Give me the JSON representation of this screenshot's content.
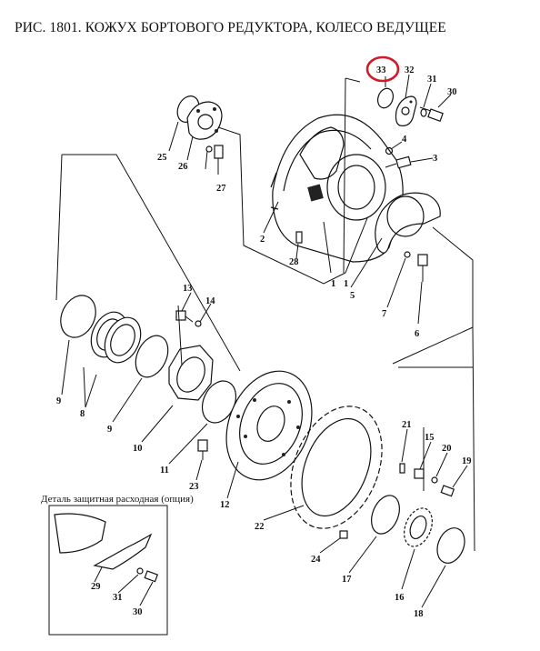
{
  "title": "РИС. 1801. КОЖУХ БОРТОВОГО РЕДУКТОРА, КОЛЕСО ВЕДУЩЕЕ",
  "inset": {
    "title": "Деталь защитная расходная (опция)",
    "labels": [
      "29",
      "31",
      "30"
    ]
  },
  "highlight": {
    "label": "33",
    "color": "#d11a2a"
  },
  "part_labels": [
    "33",
    "32",
    "31",
    "30",
    "25",
    "26",
    "4",
    "3",
    "27",
    "2",
    "28",
    "1",
    "1",
    "5",
    "7",
    "6",
    "13",
    "14",
    "9",
    "8",
    "9",
    "10",
    "11",
    "23",
    "12",
    "22",
    "21",
    "15",
    "20",
    "19",
    "24",
    "17",
    "16",
    "18"
  ]
}
